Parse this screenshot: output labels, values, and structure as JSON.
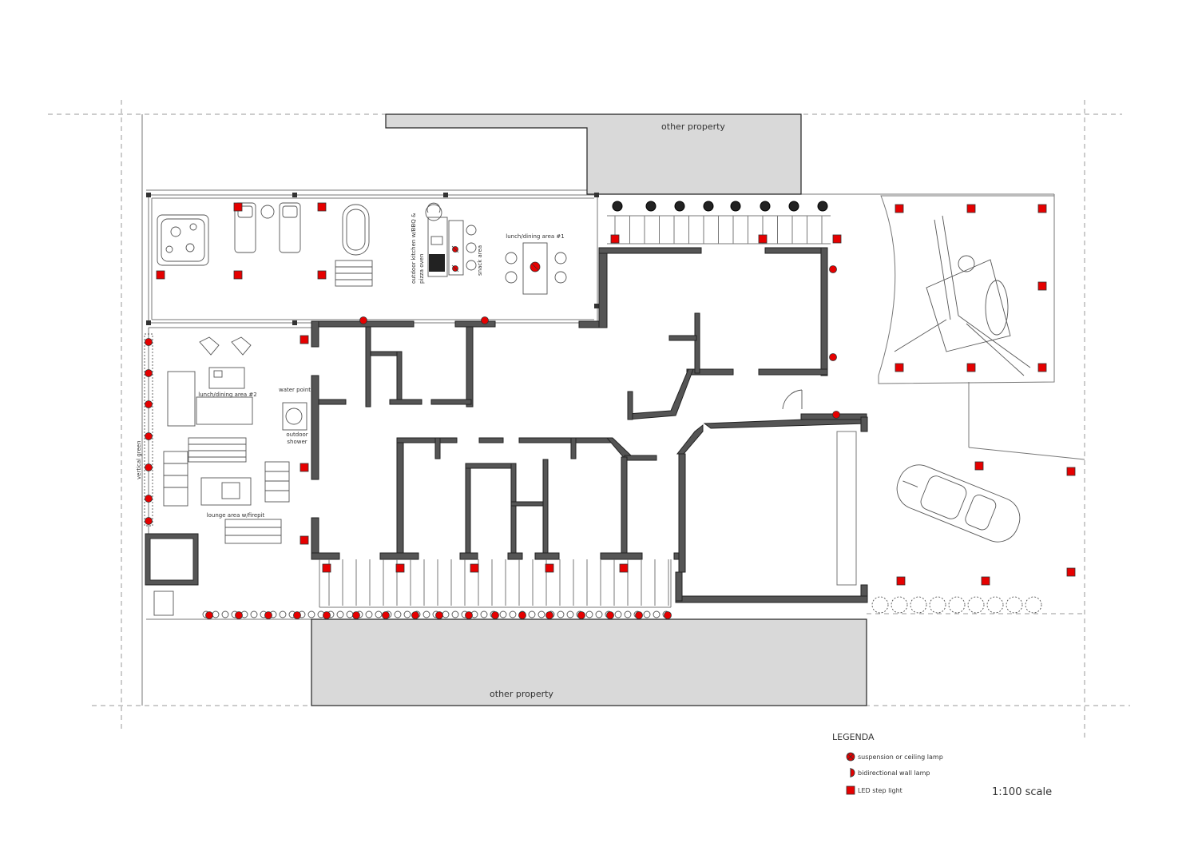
{
  "plan": {
    "labels": {
      "property_top": "other property",
      "property_bottom": "other property",
      "outdoor_kitchen": "outdoor kitchen w/BBQ &",
      "pizza_oven": "pizza oven",
      "snack_area": "snack area",
      "dining_1": "lunch/dining area #1",
      "dining_2": "lunch/dining area #2",
      "water_point": "water point",
      "outdoor_shower_1": "outdoor",
      "outdoor_shower_2": "shower",
      "lounge": "lounge area w/firepit",
      "vertical_green": "vertical green"
    },
    "legend": {
      "title": "LEGENDA",
      "items": [
        {
          "symbol": "ceiling-lamp-icon",
          "label": "suspension or ceiling lamp"
        },
        {
          "symbol": "wall-lamp-icon",
          "label": "bidirectional wall lamp"
        },
        {
          "symbol": "step-light-icon",
          "label": "LED step light"
        }
      ]
    },
    "scale": "1:100 scale",
    "colors": {
      "light": "#e60000",
      "neighbor": "#d9d9d9",
      "wall": "#555555"
    }
  }
}
